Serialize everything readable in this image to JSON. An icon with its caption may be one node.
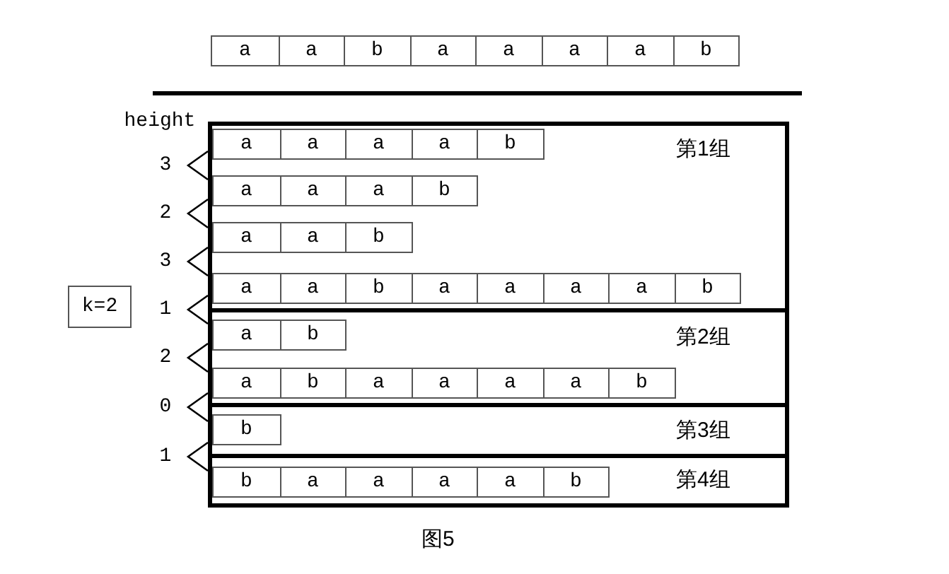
{
  "diagram": {
    "caption": "图5",
    "nodes": [
      {
        "text": [
          "a",
          "a",
          "b",
          "a",
          "a",
          "a",
          "a",
          "b"
        ]
      },
      {
        "text": [
          "第1组"
        ]
      },
      {
        "text": [
          "a",
          "a",
          "a",
          "a",
          "b"
        ],
        "in": 1
      },
      {
        "text": [
          "a",
          "a",
          "a",
          "b"
        ],
        "in": 1
      },
      {
        "text": [
          "a",
          "a",
          "b"
        ],
        "in": 1
      },
      {
        "text": [
          "a",
          "a",
          "b",
          "a",
          "a",
          "a",
          "a",
          "b"
        ],
        "in": 1
      },
      {
        "text": [
          "第2组"
        ]
      },
      {
        "text": [
          "a",
          "b"
        ],
        "in": 6
      },
      {
        "text": [
          "a",
          "b",
          "a",
          "a",
          "a",
          "a",
          "b"
        ],
        "in": 6
      },
      {
        "text": [
          "第3组"
        ]
      },
      {
        "text": [
          "b"
        ],
        "in": 9
      },
      {
        "text": [
          "第4组"
        ]
      },
      {
        "text": [
          "b",
          "a",
          "a",
          "a",
          "a",
          "b"
        ],
        "in": 11
      },
      {
        "text": [
          "k=2"
        ]
      }
    ],
    "labels": [
      "height",
      "3",
      "2",
      "3",
      "1",
      "2",
      "0",
      "1"
    ]
  }
}
